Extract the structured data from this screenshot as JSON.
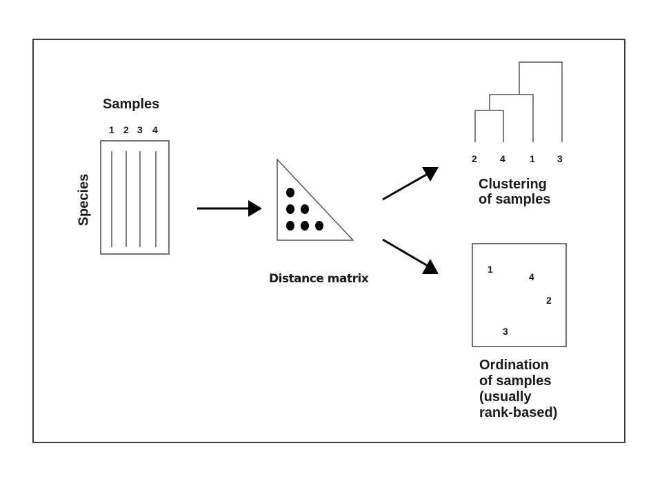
{
  "matrix": {
    "title": "Samples",
    "sample_labels": [
      "1",
      "2",
      "3",
      "4"
    ],
    "row_label": "Species"
  },
  "distance": {
    "label": "Distance matrix",
    "dots_per_row": [
      1,
      2,
      3
    ]
  },
  "clustering": {
    "leaf_labels": [
      "2",
      "4",
      "1",
      "3"
    ],
    "caption_lines": [
      "Clustering",
      "of samples"
    ]
  },
  "ordination": {
    "points": [
      {
        "label": "1"
      },
      {
        "label": "4"
      },
      {
        "label": "2"
      },
      {
        "label": "3"
      }
    ],
    "caption_lines": [
      "Ordination",
      "of samples",
      "(usually",
      "rank-based)"
    ]
  }
}
